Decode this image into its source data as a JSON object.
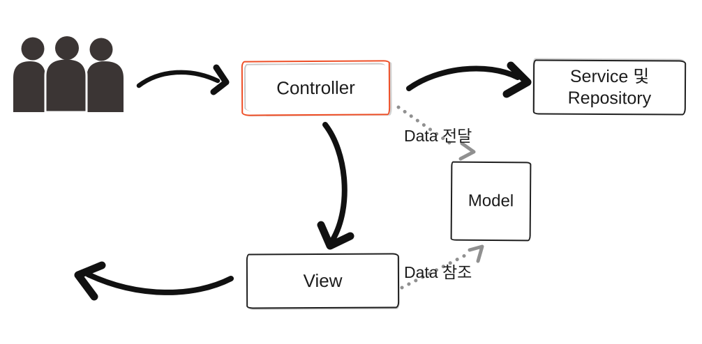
{
  "diagram": {
    "kind": "hand-drawn MVC architecture flow diagram",
    "nodes": {
      "users": {
        "icon": "users-icon"
      },
      "controller": {
        "label": "Controller",
        "border": "red"
      },
      "service_repository": {
        "label_line1": "Service 및",
        "label_line2": "Repository",
        "border": "black"
      },
      "model": {
        "label": "Model",
        "border": "black"
      },
      "view": {
        "label": "View",
        "border": "black"
      }
    },
    "edges": [
      {
        "from": "users",
        "to": "controller",
        "style": "solid-curved-arrow"
      },
      {
        "from": "controller",
        "to": "service_repository",
        "style": "solid-curved-arrow"
      },
      {
        "from": "controller",
        "to": "model",
        "style": "dotted-arrow",
        "label": "Data 전달"
      },
      {
        "from": "controller",
        "to": "view",
        "style": "solid-curved-arrow"
      },
      {
        "from": "view",
        "to": "model",
        "style": "dotted-arrow",
        "label": "Data 참조"
      },
      {
        "from": "view",
        "to": "users",
        "style": "solid-curved-arrow"
      }
    ]
  },
  "labels": {
    "controller": "Controller",
    "service_line1": "Service 및",
    "service_line2": "Repository",
    "model": "Model",
    "view": "View",
    "data_pass": "Data 전달",
    "data_ref": "Data 참조"
  },
  "colors": {
    "accent_red": "#ee4e26",
    "ink": "#111111",
    "dot_gray": "#909090",
    "people": "#3b3534",
    "box_border": "#1f1f1f",
    "text": "#1b1b1b",
    "bg": "#ffffff"
  }
}
